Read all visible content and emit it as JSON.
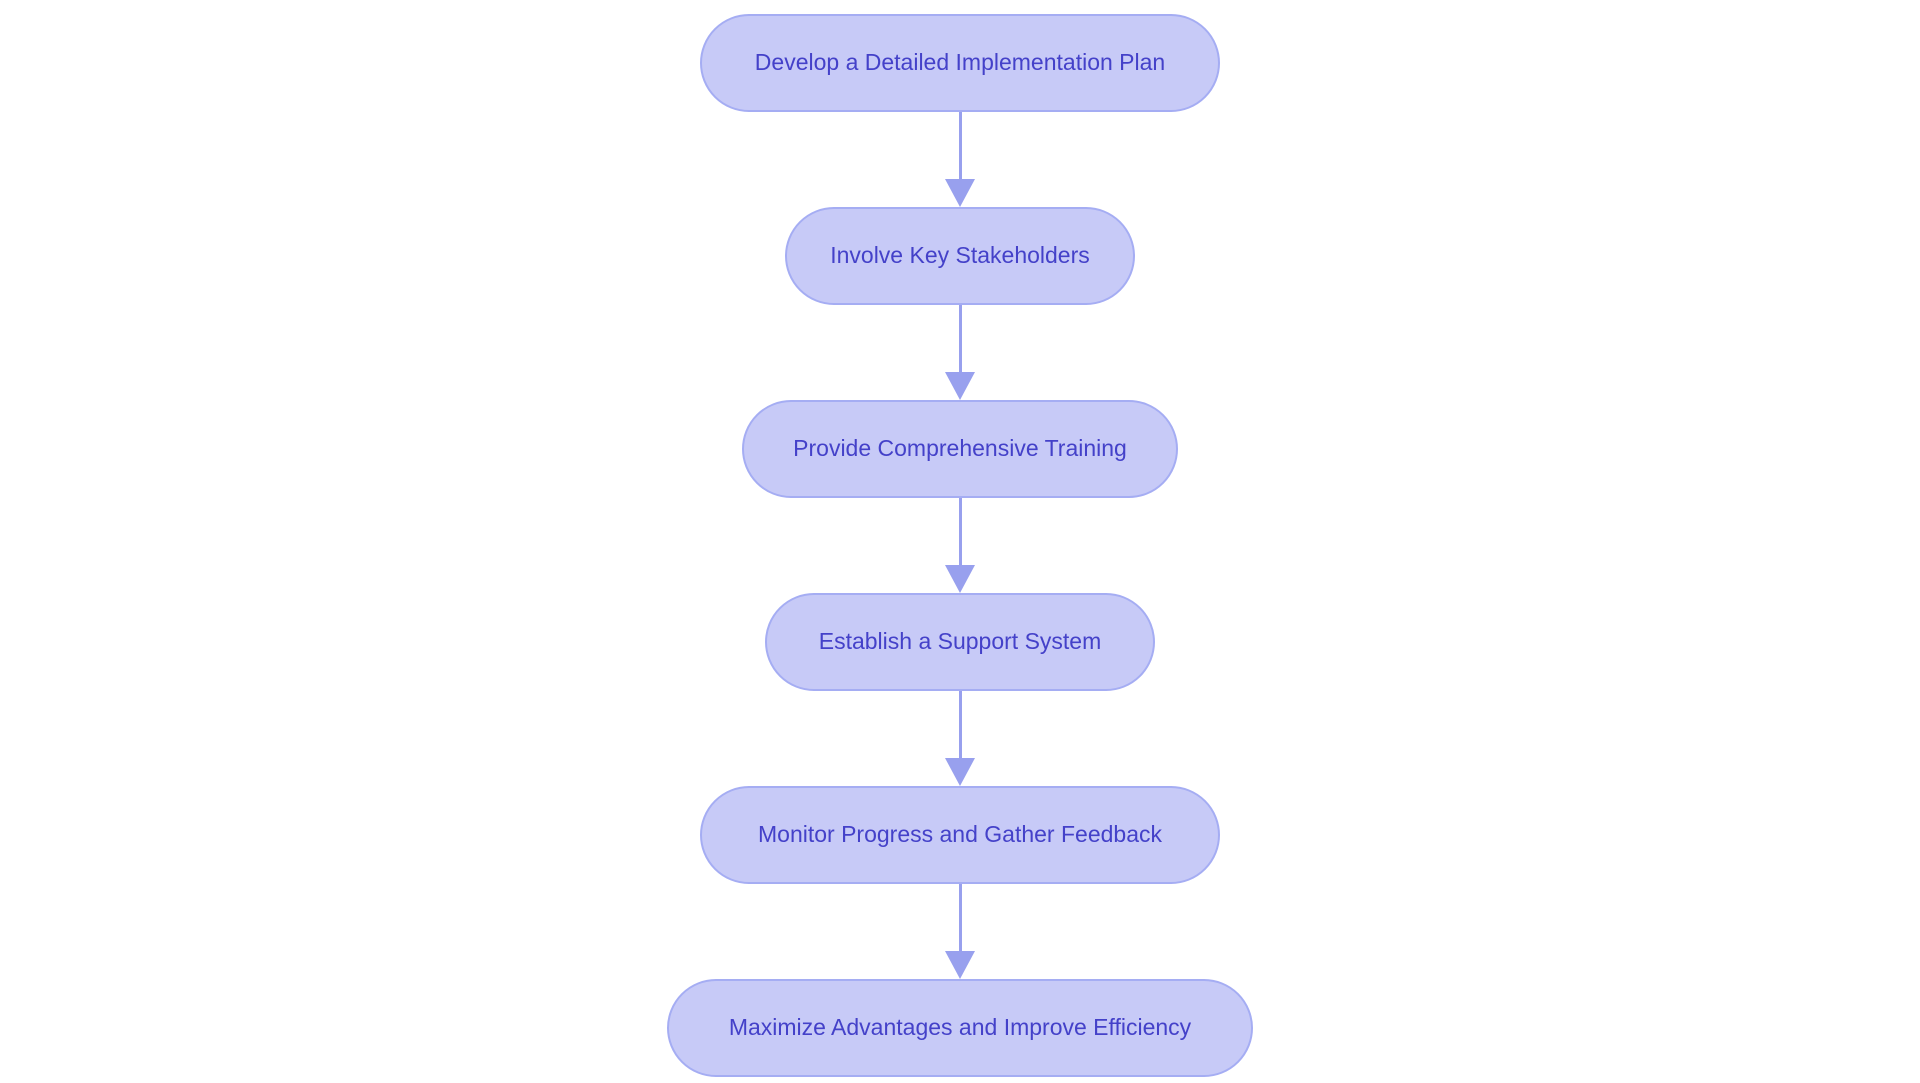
{
  "diagram": {
    "type": "flowchart",
    "direction": "top-down",
    "nodes": [
      {
        "label": "Develop a Detailed Implementation Plan"
      },
      {
        "label": "Involve Key Stakeholders"
      },
      {
        "label": "Provide Comprehensive Training"
      },
      {
        "label": "Establish a Support System"
      },
      {
        "label": "Monitor Progress and Gather Feedback"
      },
      {
        "label": "Maximize Advantages and Improve Efficiency"
      }
    ],
    "arrows": [
      {
        "from": 0,
        "to": 1
      },
      {
        "from": 1,
        "to": 2
      },
      {
        "from": 2,
        "to": 3
      },
      {
        "from": 3,
        "to": 4
      },
      {
        "from": 4,
        "to": 5
      }
    ],
    "colors": {
      "background": "#ffffff",
      "node_fill": "#c7caf7",
      "node_border": "#a5adf3",
      "node_text": "#4441c9",
      "arrow": "#98a0ee"
    }
  }
}
